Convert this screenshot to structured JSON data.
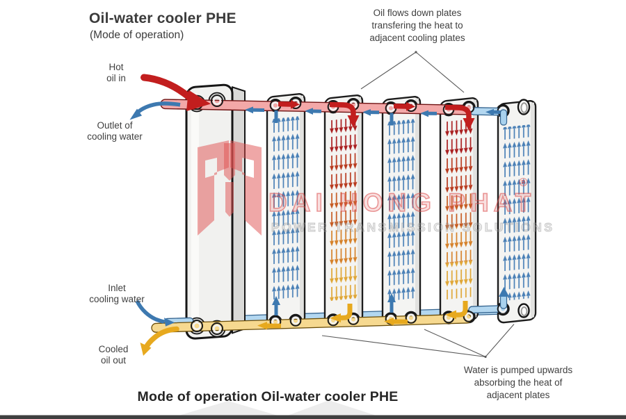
{
  "header": {
    "title": "Oil-water cooler PHE",
    "subtitle": "(Mode of operation)"
  },
  "flow_labels": {
    "hot_oil_in": "Hot\noil in",
    "water_outlet": "Outlet of\ncooling water",
    "water_inlet": "Inlet\ncooling water",
    "cooled_oil_out": "Cooled\noil out"
  },
  "annotations": {
    "oil_flow": "Oil flows down plates\ntransfering the heat to\nadjacent cooling plates",
    "water_flow": "Water is pumped upwards\nabsorbing the heat of\nadjacent plates"
  },
  "caption": "Mode of operation Oil-water cooler PHE",
  "watermark": {
    "brand": "DAI HONG PHAT",
    "tagline": "POWER TRANSMISSION SOLUTIONS",
    "registered": "®"
  },
  "diagram": {
    "plates": [
      "front cover",
      "water (up flow)",
      "oil (down flow)",
      "water (up flow)",
      "oil (down flow)",
      "water (up flow)"
    ],
    "colors": {
      "hot_oil_arrow": "#c21e1e",
      "hot_oil_pipe": "#f3a8a8",
      "cooled_oil_arrow": "#e7a91e",
      "cooled_oil_pipe": "#f6d990",
      "water_arrow": "#3d79b0",
      "water_pipe": "#b3d7f0",
      "water_plate_arrows": "#4a80b6",
      "oil_gradient_top_to_bottom": [
        "#a91f20",
        "#b83a1e",
        "#c65b22",
        "#d5812a",
        "#dfa636"
      ],
      "plate_fill": "#f4f4f2",
      "outline": "#1c1c1c"
    }
  }
}
